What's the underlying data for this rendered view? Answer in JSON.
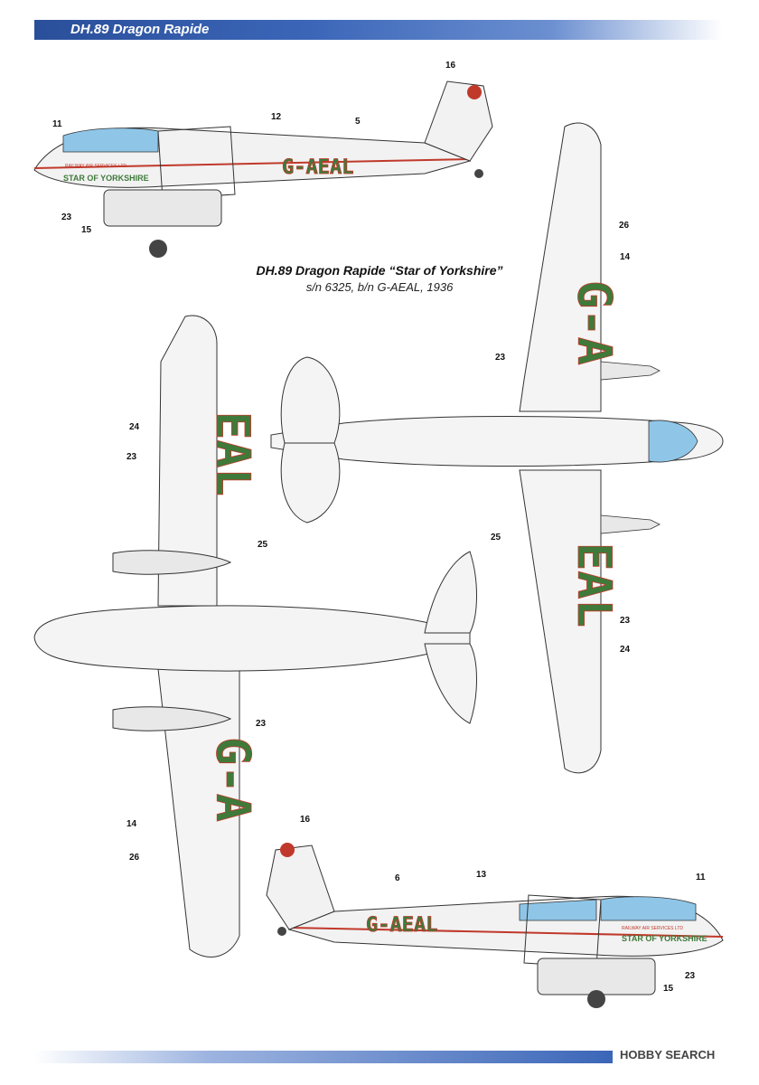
{
  "header": {
    "title": "DH.89 Dragon Rapide"
  },
  "caption": {
    "title": "DH.89 Dragon Rapide “Star of Yorkshire”",
    "subtitle": "s/n 6325, b/n G-AEAL, 1936"
  },
  "registration": "G-AEAL",
  "wing_marks": {
    "left_upper": "EAL",
    "left_lower": "G-A"
  },
  "fuselage_text": {
    "company": "RAILWAY AIR SERVICES LTD",
    "name": "STAR OF YORKSHIRE"
  },
  "callouts": [
    "16",
    "11",
    "12",
    "5",
    "23",
    "15",
    "26",
    "14",
    "23",
    "24",
    "23",
    "25",
    "25",
    "23",
    "24",
    "23",
    "14",
    "26",
    "16",
    "6",
    "13",
    "11",
    "23",
    "15"
  ],
  "footer": {
    "logo": "HOBBY SEARCH"
  },
  "colors": {
    "header": "#2a4f9a",
    "reg_green": "#3f7a3a",
    "cheat_red": "#c0392b",
    "canopy": "#8fc6e8"
  }
}
